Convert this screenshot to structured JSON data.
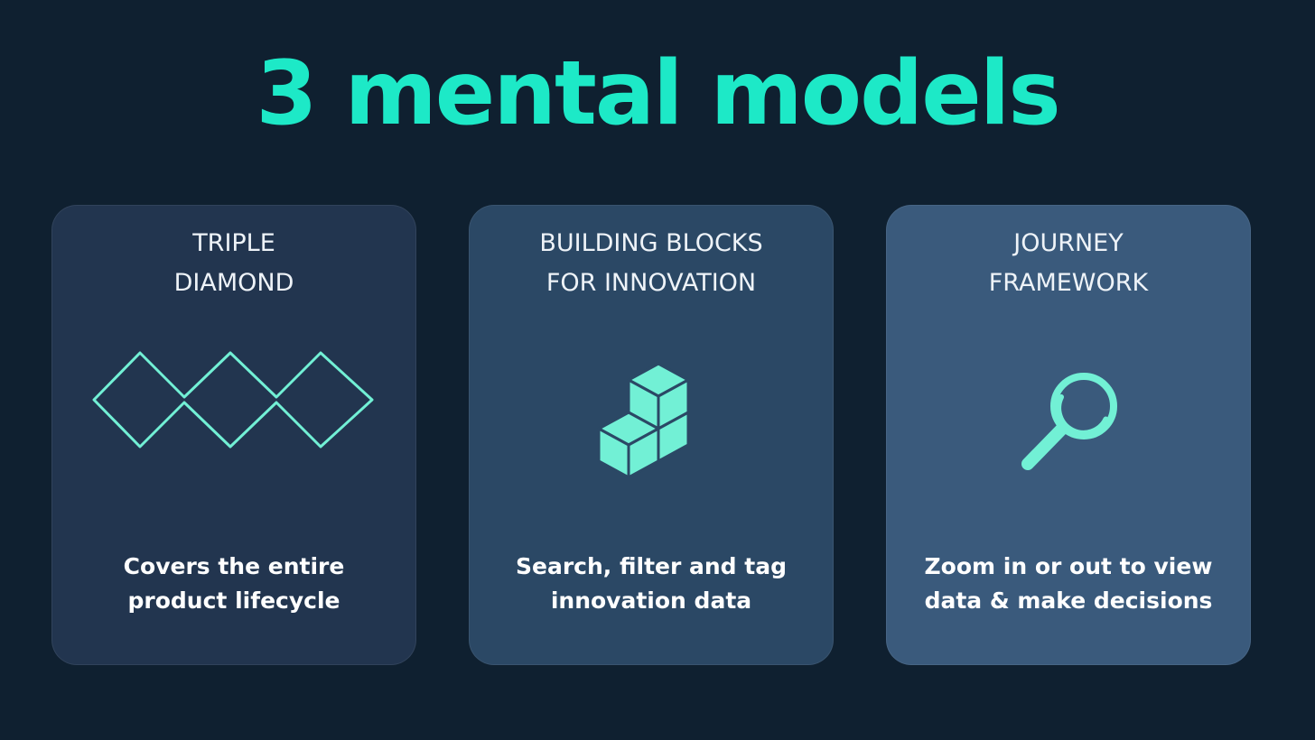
{
  "title": "3 mental models",
  "colors": {
    "background": "#0f2030",
    "accent": "#1de9c7",
    "icon": "#72f0d5",
    "card_1": "#22354f",
    "card_2": "#2b4865",
    "card_3": "#3a5a7c"
  },
  "cards": [
    {
      "heading_line_1": "TRIPLE",
      "heading_line_2": "DIAMOND",
      "icon": "triple-diamond-icon",
      "desc_line_1": "Covers the entire",
      "desc_line_2": "product lifecycle"
    },
    {
      "heading_line_1": "BUILDING BLOCKS",
      "heading_line_2": "FOR INNOVATION",
      "icon": "building-blocks-icon",
      "desc_line_1": "Search, filter and tag",
      "desc_line_2": "innovation data"
    },
    {
      "heading_line_1": "JOURNEY",
      "heading_line_2": "FRAMEWORK",
      "icon": "magnifying-glass-icon",
      "desc_line_1": "Zoom in or out to view",
      "desc_line_2": "data & make decisions"
    }
  ]
}
